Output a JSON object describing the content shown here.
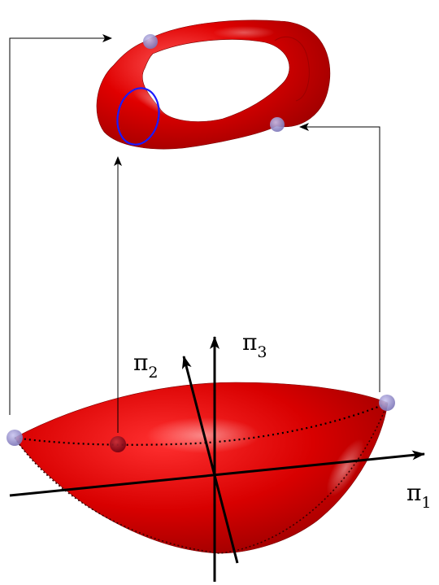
{
  "axes": {
    "pi1": {
      "symbol": "π",
      "index": "1"
    },
    "pi2": {
      "symbol": "π",
      "index": "2"
    },
    "pi3": {
      "symbol": "π",
      "index": "3"
    }
  },
  "colors": {
    "surface": "#e00000",
    "surface_dark": "#a90000",
    "highlight": "#ffffff",
    "marker": "#8e88c6",
    "loop": "#1a1aff",
    "arrow": "#000000"
  }
}
